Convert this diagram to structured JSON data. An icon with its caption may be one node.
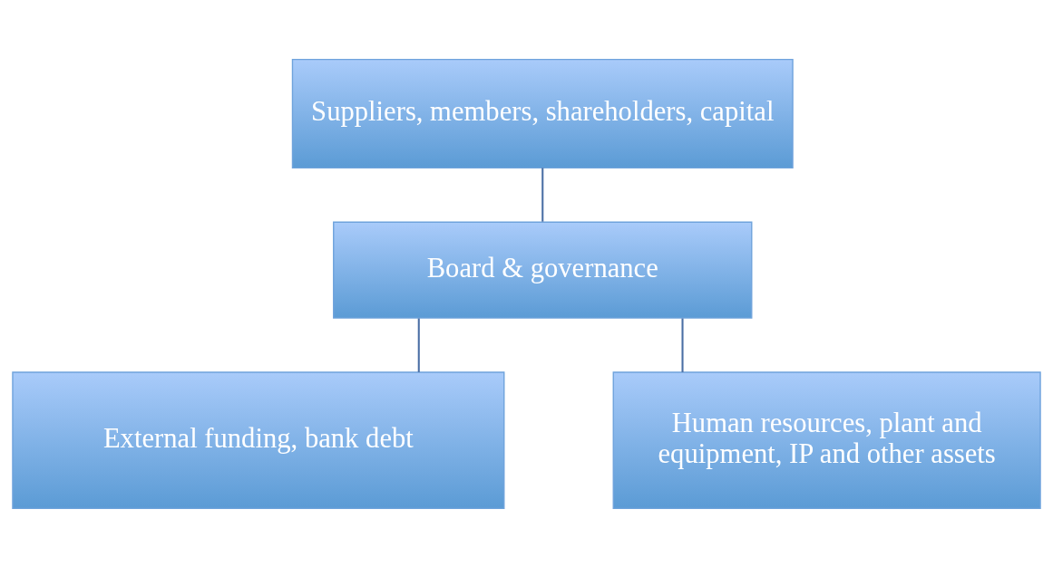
{
  "diagram": {
    "nodes": [
      {
        "text": [
          "Suppliers, members, shareholders, capital"
        ]
      },
      {
        "text": [
          "Board & governance"
        ]
      },
      {
        "text": [
          "External funding, bank debt"
        ]
      },
      {
        "text": [
          "Human resources, plant and equipment, IP and other assets"
        ]
      }
    ],
    "edges": [
      {
        "from": 0,
        "to": 1,
        "arrow": "none"
      },
      {
        "from": 1,
        "to": 2,
        "arrow": "none"
      },
      {
        "from": 1,
        "to": 3,
        "arrow": "none"
      }
    ]
  }
}
